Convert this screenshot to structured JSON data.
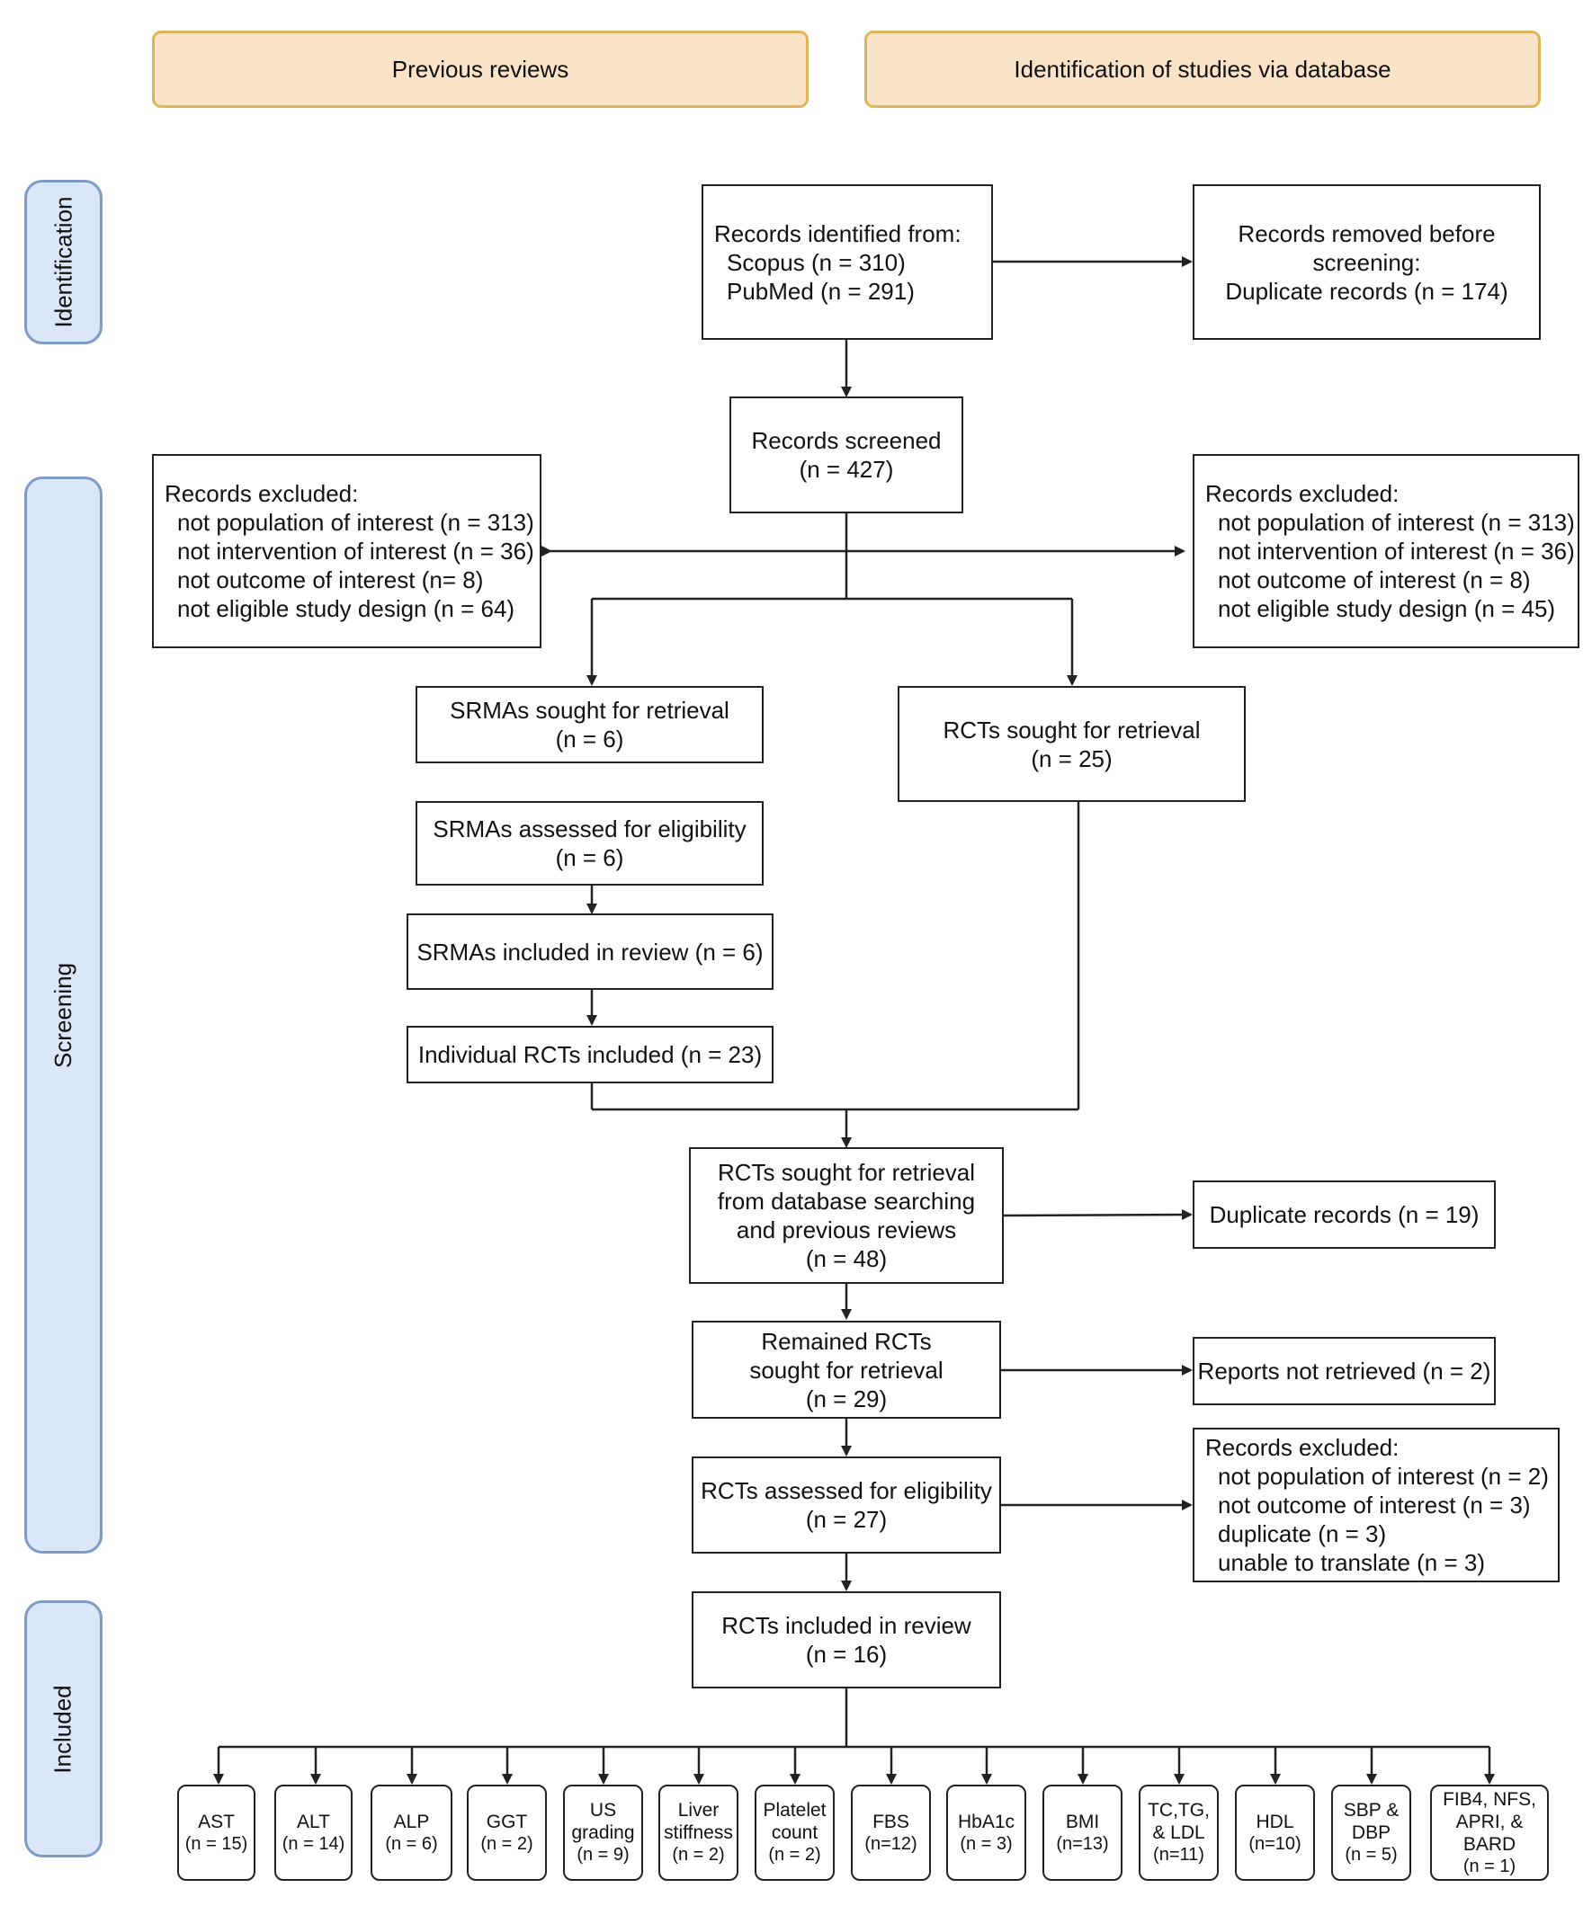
{
  "headers": {
    "previous_reviews": "Previous reviews",
    "database": "Identification of studies via database"
  },
  "phases": {
    "identification": "Identification",
    "screening": "Screening",
    "included": "Included"
  },
  "records_identified": {
    "title": "Records identified from:",
    "lines": [
      "Scopus (n = 310)",
      "PubMed (n = 291)"
    ]
  },
  "records_removed": {
    "lines": [
      "Records removed before",
      "screening:",
      "Duplicate records (n = 174)"
    ]
  },
  "records_screened": {
    "lines": [
      "Records screened",
      "(n =  427)"
    ]
  },
  "excluded_left": {
    "title": "Records excluded:",
    "lines": [
      "not population of interest (n = 313)",
      "not intervention of interest (n = 36)",
      "not outcome of interest (n= 8)",
      "not eligible study design  (n = 64)"
    ]
  },
  "excluded_right": {
    "title": "Records excluded:",
    "lines": [
      "not population of interest (n = 313)",
      "not intervention of interest (n = 36)",
      "not outcome of interest (n = 8)",
      "not eligible study design  (n = 45)"
    ]
  },
  "srma_sought": {
    "lines": [
      "SRMAs sought for retrieval",
      "(n = 6)"
    ]
  },
  "rcts_sought": {
    "lines": [
      "RCTs sought for retrieval",
      "(n = 25)"
    ]
  },
  "srma_assessed": {
    "lines": [
      "SRMAs assessed for eligibility",
      "(n = 6)"
    ]
  },
  "srma_included": {
    "lines": [
      "SRMAs included in review (n = 6)"
    ]
  },
  "individual_rcts": {
    "lines": [
      "Individual RCTs included (n = 23)"
    ]
  },
  "rcts_combined": {
    "lines": [
      "RCTs sought for retrieval",
      "from database searching",
      "and previous reviews",
      "(n = 48)"
    ]
  },
  "duplicate_records": {
    "lines": [
      "Duplicate records (n = 19)"
    ]
  },
  "remained_rcts": {
    "lines": [
      "Remained RCTs",
      "sought for retrieval",
      "(n = 29)"
    ]
  },
  "reports_not_retrieved": {
    "lines": [
      "Reports not retrieved (n = 2)"
    ]
  },
  "rcts_assessed": {
    "lines": [
      "RCTs assessed for eligibility",
      "(n = 27)"
    ]
  },
  "excluded_final": {
    "title": "Records excluded:",
    "lines": [
      "not population of interest (n = 2)",
      "not outcome of interest (n = 3)",
      "duplicate  (n = 3)",
      "unable to translate (n = 3)"
    ]
  },
  "rcts_included": {
    "lines": [
      "RCTs included in review",
      "(n = 16)"
    ]
  },
  "outcomes": [
    {
      "name": [
        "AST"
      ],
      "count": "(n = 15)"
    },
    {
      "name": [
        "ALT"
      ],
      "count": "(n = 14)"
    },
    {
      "name": [
        "ALP"
      ],
      "count": "(n = 6)"
    },
    {
      "name": [
        "GGT"
      ],
      "count": "(n = 2)"
    },
    {
      "name": [
        "US",
        "grading"
      ],
      "count": "(n = 9)"
    },
    {
      "name": [
        "Liver",
        "stiffness"
      ],
      "count": "(n = 2)"
    },
    {
      "name": [
        "Platelet",
        "count"
      ],
      "count": "(n = 2)"
    },
    {
      "name": [
        "FBS"
      ],
      "count": "(n=12)"
    },
    {
      "name": [
        "HbA1c"
      ],
      "count": "(n = 3)"
    },
    {
      "name": [
        "BMI"
      ],
      "count": "(n=13)"
    },
    {
      "name": [
        "TC,TG,",
        "& LDL"
      ],
      "count": "(n=11)"
    },
    {
      "name": [
        "HDL"
      ],
      "count": "(n=10)"
    },
    {
      "name": [
        "SBP &",
        "DBP"
      ],
      "count": "(n = 5)"
    },
    {
      "name": [
        "FIB4, NFS,",
        "APRI, &",
        "BARD"
      ],
      "count": "(n = 1)"
    }
  ]
}
